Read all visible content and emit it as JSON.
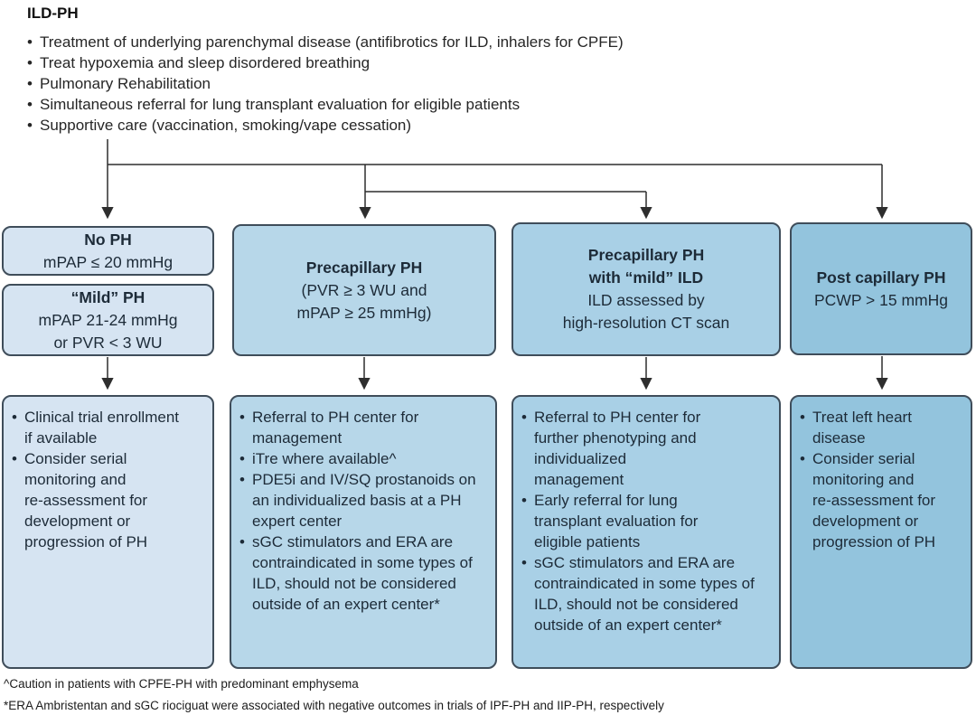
{
  "glyphs": {
    "bullet": "•"
  },
  "palette": {
    "column1_fill": "#d6e4f2",
    "column2_fill": "#b7d7e9",
    "column3_fill": "#a9d0e6",
    "column4_fill": "#93c4dd",
    "box_border": "#3f4d5a",
    "connector": "#2e2e2e",
    "text_dark": "#1d2b38"
  },
  "header": {
    "title": "ILD-PH"
  },
  "management_bullets": [
    "Treatment of underlying parenchymal disease (antifibrotics for ILD, inhalers for CPFE)",
    "Treat hypoxemia and sleep disordered breathing",
    "Pulmonary Rehabilitation",
    "Simultaneous referral for lung transplant evaluation for eligible patients",
    "Supportive care (vaccination, smoking/vape cessation)"
  ],
  "columns": [
    {
      "headers": [
        {
          "title": "No PH",
          "detail": "mPAP ≤ 20 mmHg"
        },
        {
          "title": "“Mild” PH",
          "detail": "mPAP 21-24 mmHg\nor PVR < 3 WU"
        }
      ],
      "actions": [
        "Clinical trial enrollment\nif available",
        "Consider serial\nmonitoring and\nre-assessment for\ndevelopment or\nprogression of PH"
      ]
    },
    {
      "headers": [
        {
          "title": "Precapillary PH",
          "detail": "(PVR ≥ 3 WU and\nmPAP ≥ 25 mmHg)"
        }
      ],
      "actions": [
        "Referral to PH center for\nmanagement",
        "iTre where available^",
        "PDE5i and IV/SQ prostanoids on\nan individualized basis at a PH\nexpert center",
        "sGC stimulators and ERA are\ncontraindicated in some types of\nILD, should not be considered\noutside of an expert center*"
      ]
    },
    {
      "headers": [
        {
          "title": "Precapillary PH\nwith “mild” ILD",
          "detail": "ILD assessed by\nhigh-resolution CT scan"
        }
      ],
      "actions": [
        "Referral to PH center for\nfurther phenotyping and\nindividualized\nmanagement",
        "Early referral for lung\ntransplant evaluation for\neligible patients",
        "sGC stimulators and ERA are\ncontraindicated in some types of\nILD, should not be considered\noutside of an expert center*"
      ]
    },
    {
      "headers": [
        {
          "title": "Post capillary PH",
          "detail": "PCWP > 15 mmHg"
        }
      ],
      "actions": [
        "Treat left heart\ndisease",
        "Consider serial\nmonitoring and\nre-assessment for\ndevelopment or\nprogression of PH"
      ]
    }
  ],
  "footnotes": [
    "^Caution in patients with CPFE-PH with predominant emphysema",
    "*ERA Ambristentan and sGC riociguat were associated with negative outcomes in trials of IPF-PH and IIP-PH, respectively"
  ]
}
